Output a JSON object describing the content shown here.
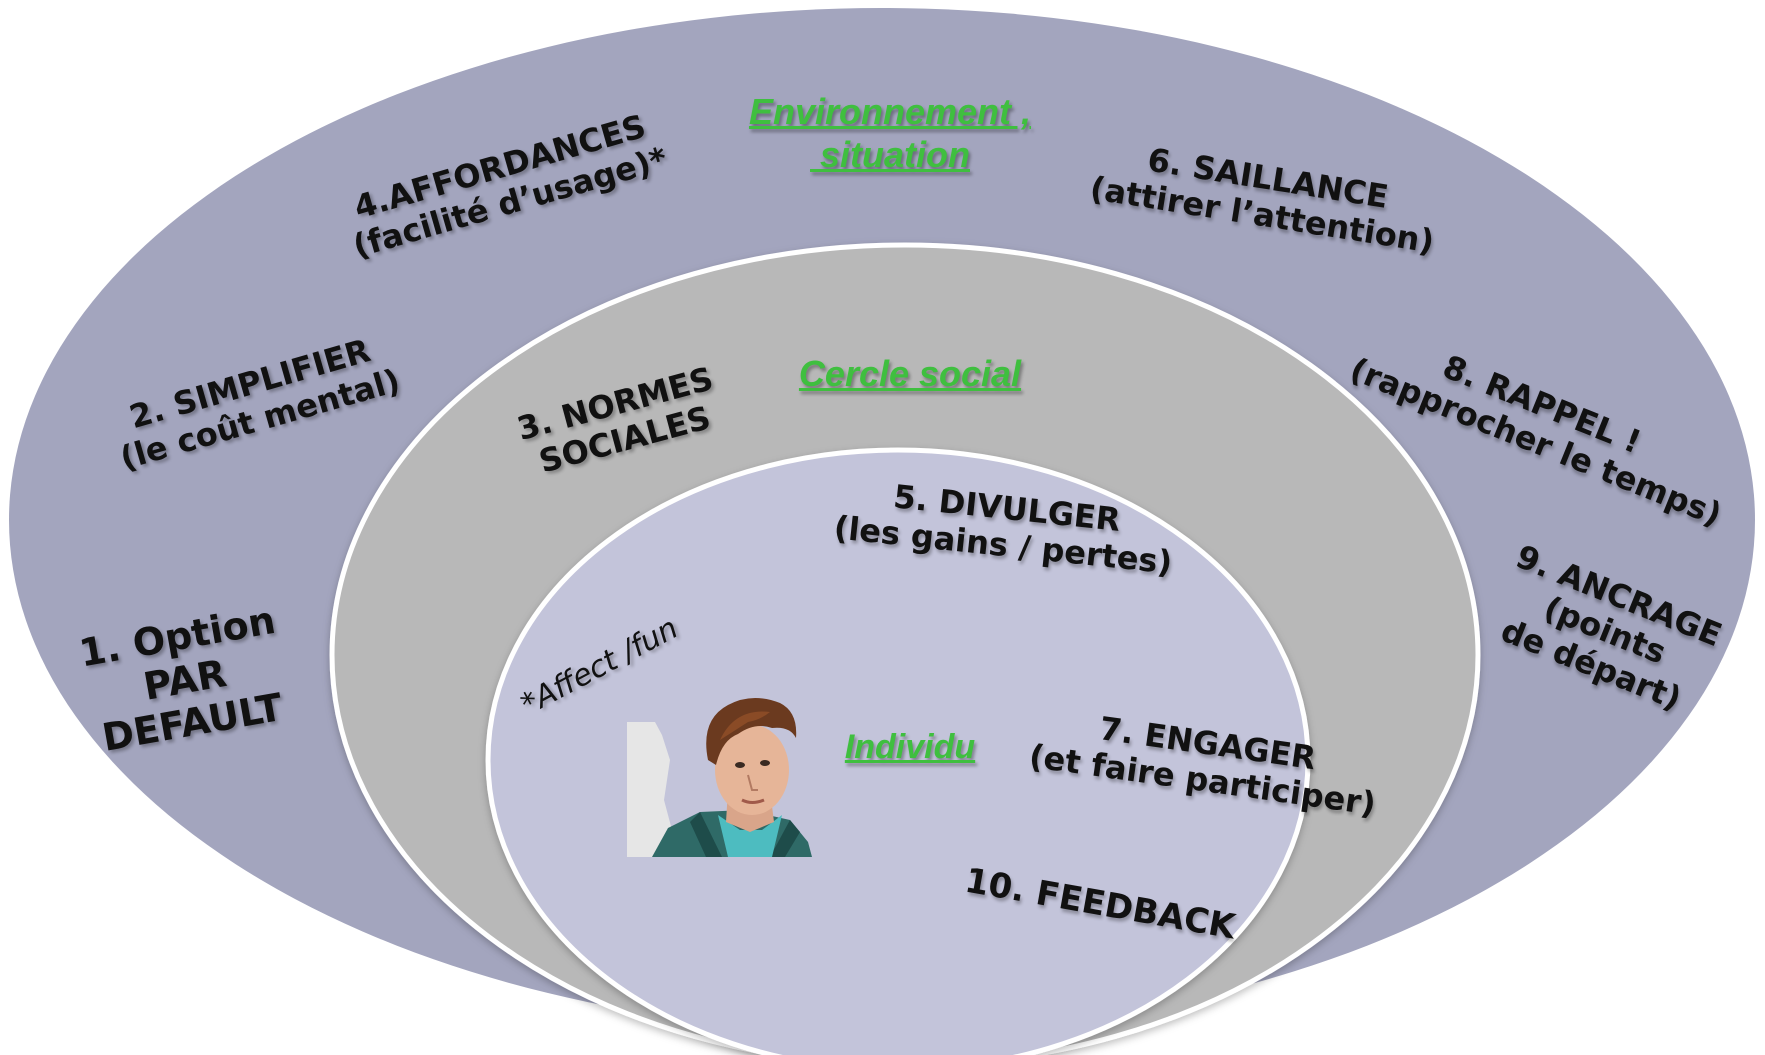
{
  "colors": {
    "outer": "#a3a5be",
    "middle": "#b8b8b8",
    "inner": "#c3c4da",
    "ring": "#ffffff",
    "zone_label": "#3fbf3f",
    "text": "#111111"
  },
  "zones": {
    "environment": [
      "Environnement ,",
      " situation"
    ],
    "social": "Cercle social",
    "individual": "Individu"
  },
  "nudges": {
    "n1": [
      "1. Option",
      "PAR",
      "DEFAULT"
    ],
    "n2": [
      "2. SIMPLIFIER",
      "(le coût mental)"
    ],
    "n3": [
      "3. NORMES",
      "SOCIALES"
    ],
    "n4": [
      "4.AFFORDANCES",
      "(facilité d’usage)*"
    ],
    "n5": [
      "5. DIVULGER",
      "(les gains / pertes)"
    ],
    "n6": [
      "6. SAILLANCE",
      "(attirer l’attention)"
    ],
    "n7": [
      "7. ENGAGER",
      "(et faire participer)"
    ],
    "n8": [
      "8. RAPPEL !",
      "(rapprocher le temps)"
    ],
    "n9": [
      "9. ANCRAGE",
      "(points",
      "de départ)"
    ],
    "n10": "10. FEEDBACK"
  },
  "note": "*Affect /fun",
  "person_icon": "person-portrait-icon"
}
